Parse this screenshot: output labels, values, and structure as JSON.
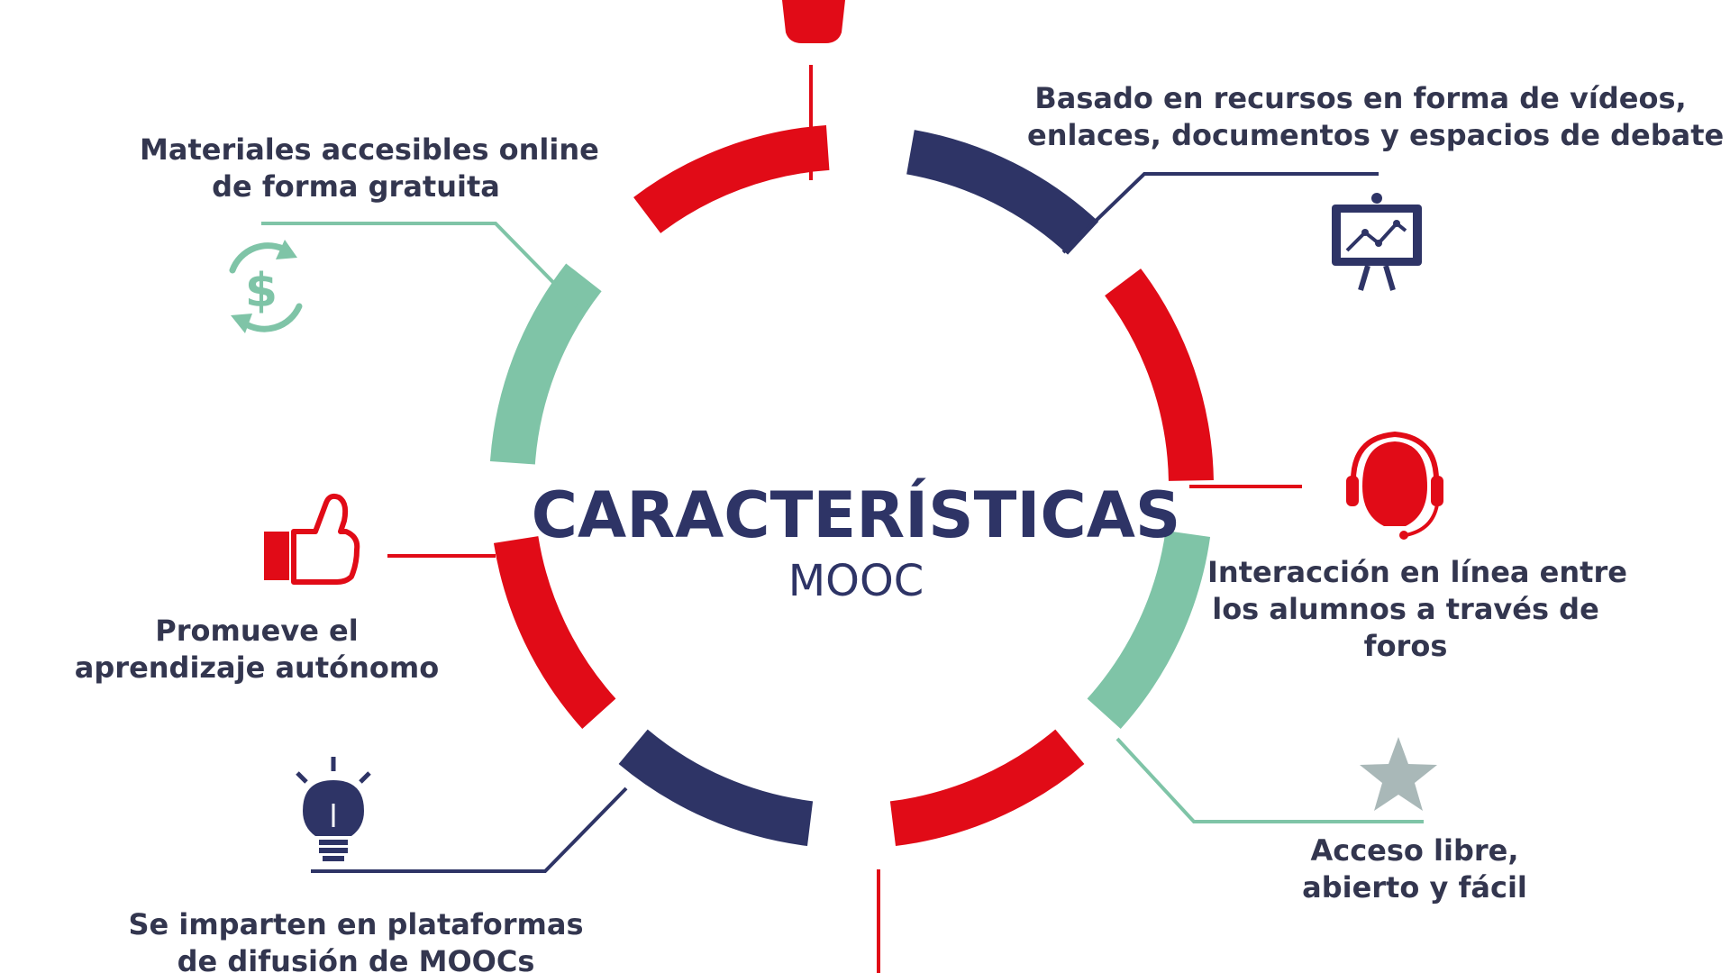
{
  "title": "CARACTERÍSTICAS",
  "subtitle": "MOOC",
  "colors": {
    "red": "#e10b17",
    "navy": "#2e3466",
    "mint": "#7fc4a7",
    "grey": "#a9b8b8",
    "text": "#33364f"
  },
  "items": [
    {
      "icon": "money-cycle-icon",
      "lines": [
        "Materiales accesibles online",
        "de forma gratuita"
      ]
    },
    {
      "icon": "presentation-chart-icon",
      "lines": [
        "Basado en recursos en forma de vídeos,",
        "enlaces, documentos y espacios de debate"
      ]
    },
    {
      "icon": "headset-icon",
      "lines": [
        "Interacción en línea entre",
        "los alumnos a través de",
        "foros"
      ]
    },
    {
      "icon": "star-icon",
      "lines": [
        "Acceso libre,",
        "abierto y fácil"
      ]
    },
    {
      "icon": "thumbs-up-icon",
      "lines": [
        "Promueve el",
        "aprendizaje autónomo"
      ]
    },
    {
      "icon": "lightbulb-icon",
      "lines": [
        "Se imparten en plataformas",
        "de difusión de MOOCs"
      ]
    }
  ]
}
